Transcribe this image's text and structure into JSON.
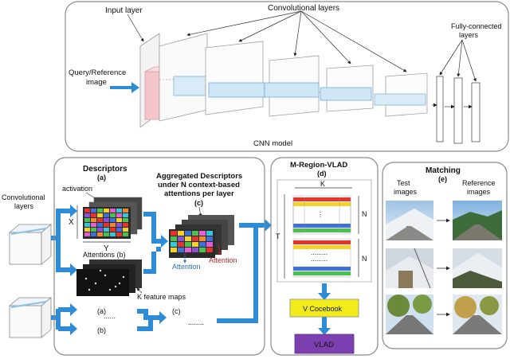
{
  "cnn": {
    "input_layer": "Input layer",
    "conv_layers": "Convolutional layers",
    "fc_layers_1": "Fully-connected",
    "fc_layers_2": "layers",
    "query_1": "Query/Reference",
    "query_2": "image",
    "model": "CNN model"
  },
  "left": {
    "conv_1": "Convolutional",
    "conv_2": "layers"
  },
  "descriptors": {
    "title": "Descriptors",
    "sub": "(a)",
    "activation": "activation",
    "x": "X",
    "y": "Y",
    "attentions": "Attentions (b)",
    "kfeat": "K feature maps",
    "a2": "(a)",
    "b2": "(b)",
    "dots1": "......",
    "dots2": "......",
    "c2": "(c)",
    "dots3": "........"
  },
  "aggregated": {
    "line1": "Aggregated Descriptors",
    "line2": "under N context-based",
    "line3": "attentions per layer",
    "sub": "(c)",
    "attention_blue": "Attention",
    "attention_red": "Attention"
  },
  "mregion": {
    "title": "M-Region-VLAD",
    "sub": "(d)",
    "k": "K",
    "t": "T",
    "n1": "N",
    "n2": "N",
    "codebook": "V Cocebook",
    "vlad": "VLAD"
  },
  "matching": {
    "title": "Matching",
    "sub": "(e)",
    "test_1": "Test",
    "test_2": "images",
    "ref_1": "Reference",
    "ref_2": "images"
  },
  "colors": {
    "arrow": "#2e8bd6",
    "codebook": "#f2ec1a",
    "vlad": "#7b3fb0"
  }
}
